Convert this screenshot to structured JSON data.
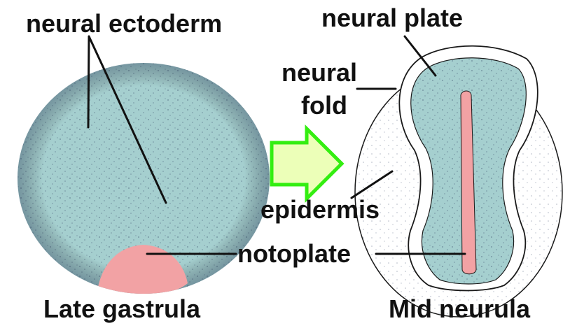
{
  "labels": {
    "neural_ectoderm": "neural ectoderm",
    "neural_plate": "neural plate",
    "neural_fold_line1": "neural",
    "neural_fold_line2": "fold",
    "epidermis": "epidermis",
    "notoplate": "notoplate",
    "late_gastrula": "Late gastrula",
    "mid_neurula": "Mid neurula"
  },
  "colors": {
    "ectoderm_teal": "#a5cfcf",
    "notoplate_pink": "#f2a2a4",
    "epidermis_white": "#ffffff",
    "arrow_fill": "#ecffb8",
    "arrow_stroke": "#33ee11",
    "outline": "#1a1a1a"
  },
  "icons": {
    "transition_arrow": "right-arrow-icon"
  }
}
